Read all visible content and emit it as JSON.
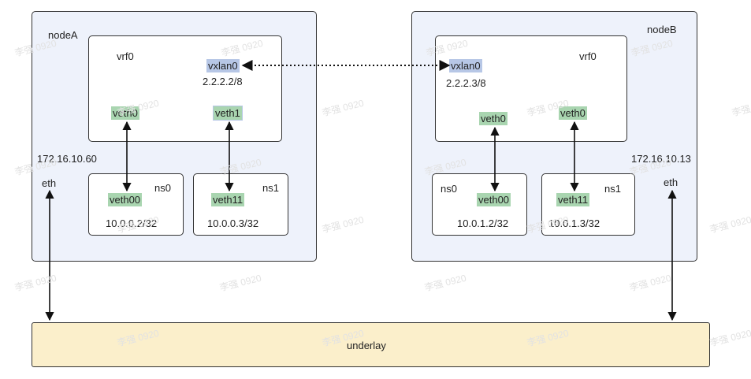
{
  "nodeA": {
    "title": "nodeA",
    "eth_ip": "172.16.10.60",
    "eth": "eth",
    "vrf": {
      "title": "vrf0",
      "vxlan": "vxlan0",
      "vxlan_ip": "2.2.2.2/8",
      "veth_left": "veth0",
      "veth_right": "veth1"
    },
    "ns0": {
      "title": "ns0",
      "veth": "veth00",
      "ip": "10.0.0.2/32"
    },
    "ns1": {
      "title": "ns1",
      "veth": "veth11",
      "ip": "10.0.0.3/32"
    }
  },
  "nodeB": {
    "title": "nodeB",
    "eth_ip": "172.16.10.13",
    "eth": "eth",
    "vrf": {
      "title": "vrf0",
      "vxlan": "vxlan0",
      "vxlan_ip": "2.2.2.3/8",
      "veth_left": "veth0",
      "veth_right": "veth0"
    },
    "ns0": {
      "title": "ns0",
      "veth": "veth00",
      "ip": "10.0.1.2/32"
    },
    "ns1": {
      "title": "ns1",
      "veth": "veth11",
      "ip": "10.0.1.3/32"
    }
  },
  "underlay": "underlay",
  "watermark": "李强 0920",
  "colors": {
    "node_bg": "#eef2fb",
    "veth_highlight": "#a9d5b0",
    "vxlan_highlight": "#b7c7e6",
    "underlay_bg": "#fbefcb"
  }
}
